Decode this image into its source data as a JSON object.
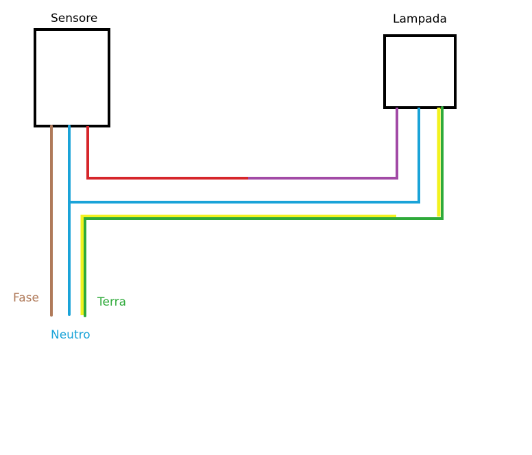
{
  "sensor": {
    "label": "Sensore"
  },
  "lamp": {
    "label": "Lampada"
  },
  "wires": {
    "phase": {
      "label": "Fase",
      "color": "#b07a5a"
    },
    "neutral": {
      "label": "Neutro",
      "color": "#1aa3d8"
    },
    "earth": {
      "label": "Terra",
      "color": "#2eaa3a",
      "stripe_color": "#f2f21f"
    },
    "switched": {
      "colors": [
        "#d6262b",
        "#a24aa6"
      ]
    }
  }
}
